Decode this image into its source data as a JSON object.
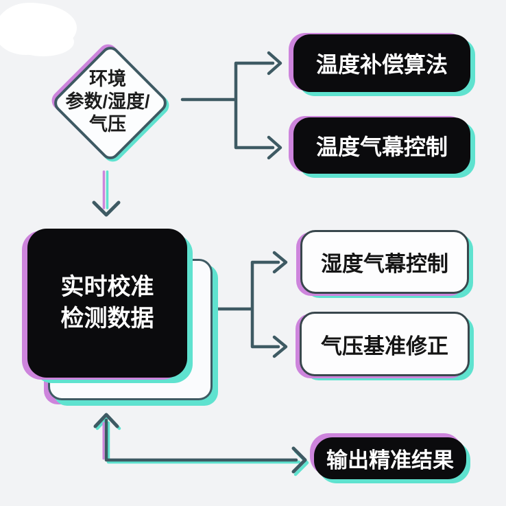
{
  "palette": {
    "background": "#f2f3f5",
    "magenta_accent": "#cd84dc",
    "teal_accent": "#5fe2cf",
    "line_stroke": "#3e5a63",
    "node_black_bg": "#0b0b0d",
    "node_white_bg": "#fdfdfe",
    "text_white": "#ffffff",
    "text_dark": "#141414"
  },
  "nodes": {
    "env_diamond": {
      "lines": [
        "环境",
        "参数/湿度/",
        "气压"
      ]
    },
    "temp_compensation": {
      "label": "温度补偿算法"
    },
    "temp_curtain": {
      "label": "温度气幕控制"
    },
    "realtime_calibration": {
      "lines": [
        "实时校准",
        "检测数据"
      ]
    },
    "humidity_curtain": {
      "label": "湿度气幕控制"
    },
    "pressure_correction": {
      "label": "气压基准修正"
    },
    "output_result": {
      "label": "输出精准结果"
    }
  }
}
